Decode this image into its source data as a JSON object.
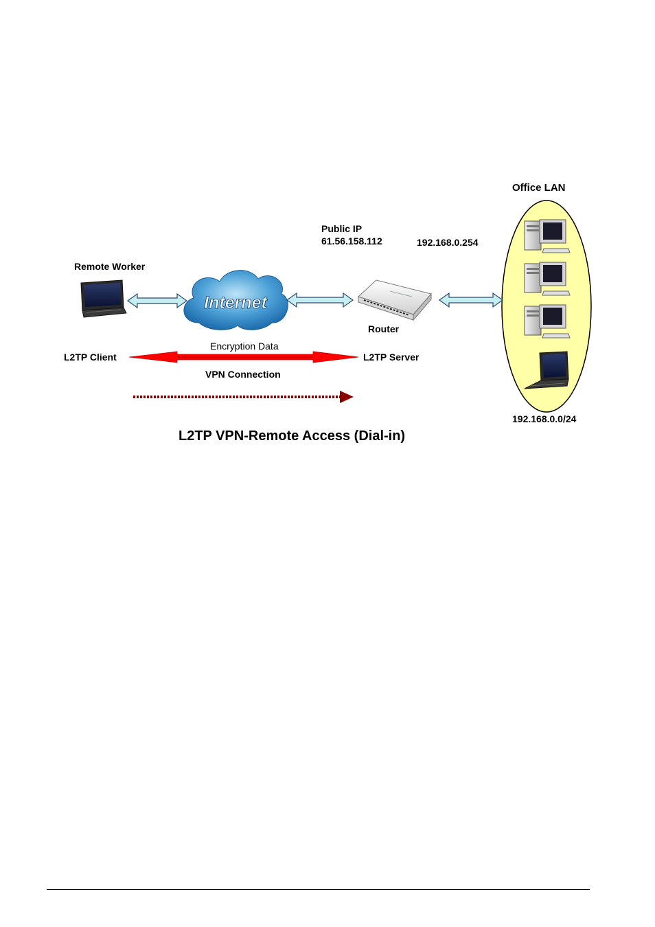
{
  "diagram": {
    "labels": {
      "office_lan": "Office LAN",
      "public_ip_title": "Public IP",
      "public_ip_value": "61.56.158.112",
      "lan_gateway_ip": "192.168.0.254",
      "remote_worker": "Remote Worker",
      "internet": "Internet",
      "router": "Router",
      "encryption_data": "Encryption Data",
      "l2tp_client": "L2TP Client",
      "l2tp_server": "L2TP Server",
      "vpn_connection": "VPN Connection",
      "lan_subnet": "192.168.0.0/24"
    },
    "caption": "L2TP VPN-Remote Access (Dial-in)",
    "colors": {
      "link_arrow_fill": "#c6eef2",
      "link_arrow_stroke": "#2a4a6a",
      "vpn_arrow": "#ff0000",
      "dotted_arrow": "#8b0000",
      "lan_ellipse_fill": "#ffffa8",
      "internet_cloud": "#4fa3d8"
    }
  }
}
